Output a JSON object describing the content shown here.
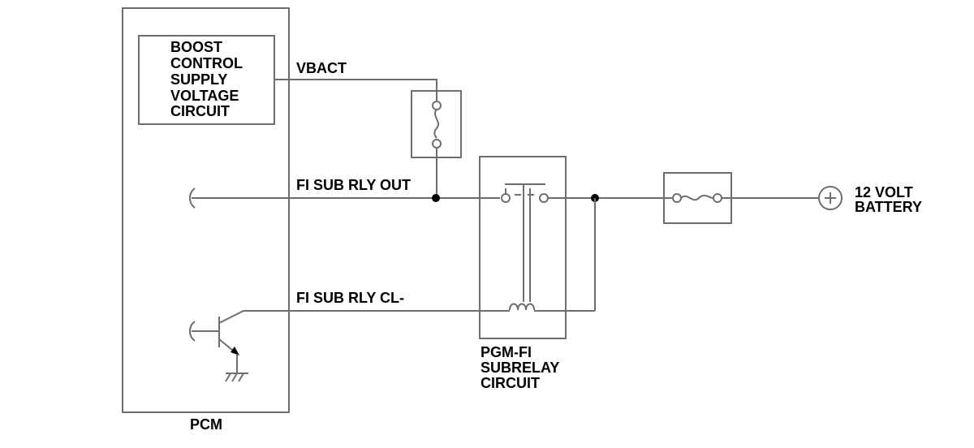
{
  "pcm": {
    "label": "PCM",
    "boost_circuit_lines": [
      "BOOST",
      "CONTROL",
      "SUPPLY",
      "VOLTAGE",
      "CIRCUIT"
    ]
  },
  "wires": {
    "vbact": "VBACT",
    "fi_sub_rly_out": "FI SUB RLY OUT",
    "fi_sub_rly_cl": "FI SUB RLY CL-"
  },
  "subrelay": {
    "label_lines": [
      "PGM-FI",
      "SUBRELAY",
      "CIRCUIT"
    ]
  },
  "battery": {
    "label_lines": [
      "12 VOLT",
      "BATTERY"
    ],
    "symbol": "plus-in-circle-icon"
  },
  "colors": {
    "wire": "#6e6e6e",
    "text": "#000000",
    "node": "#000000"
  }
}
